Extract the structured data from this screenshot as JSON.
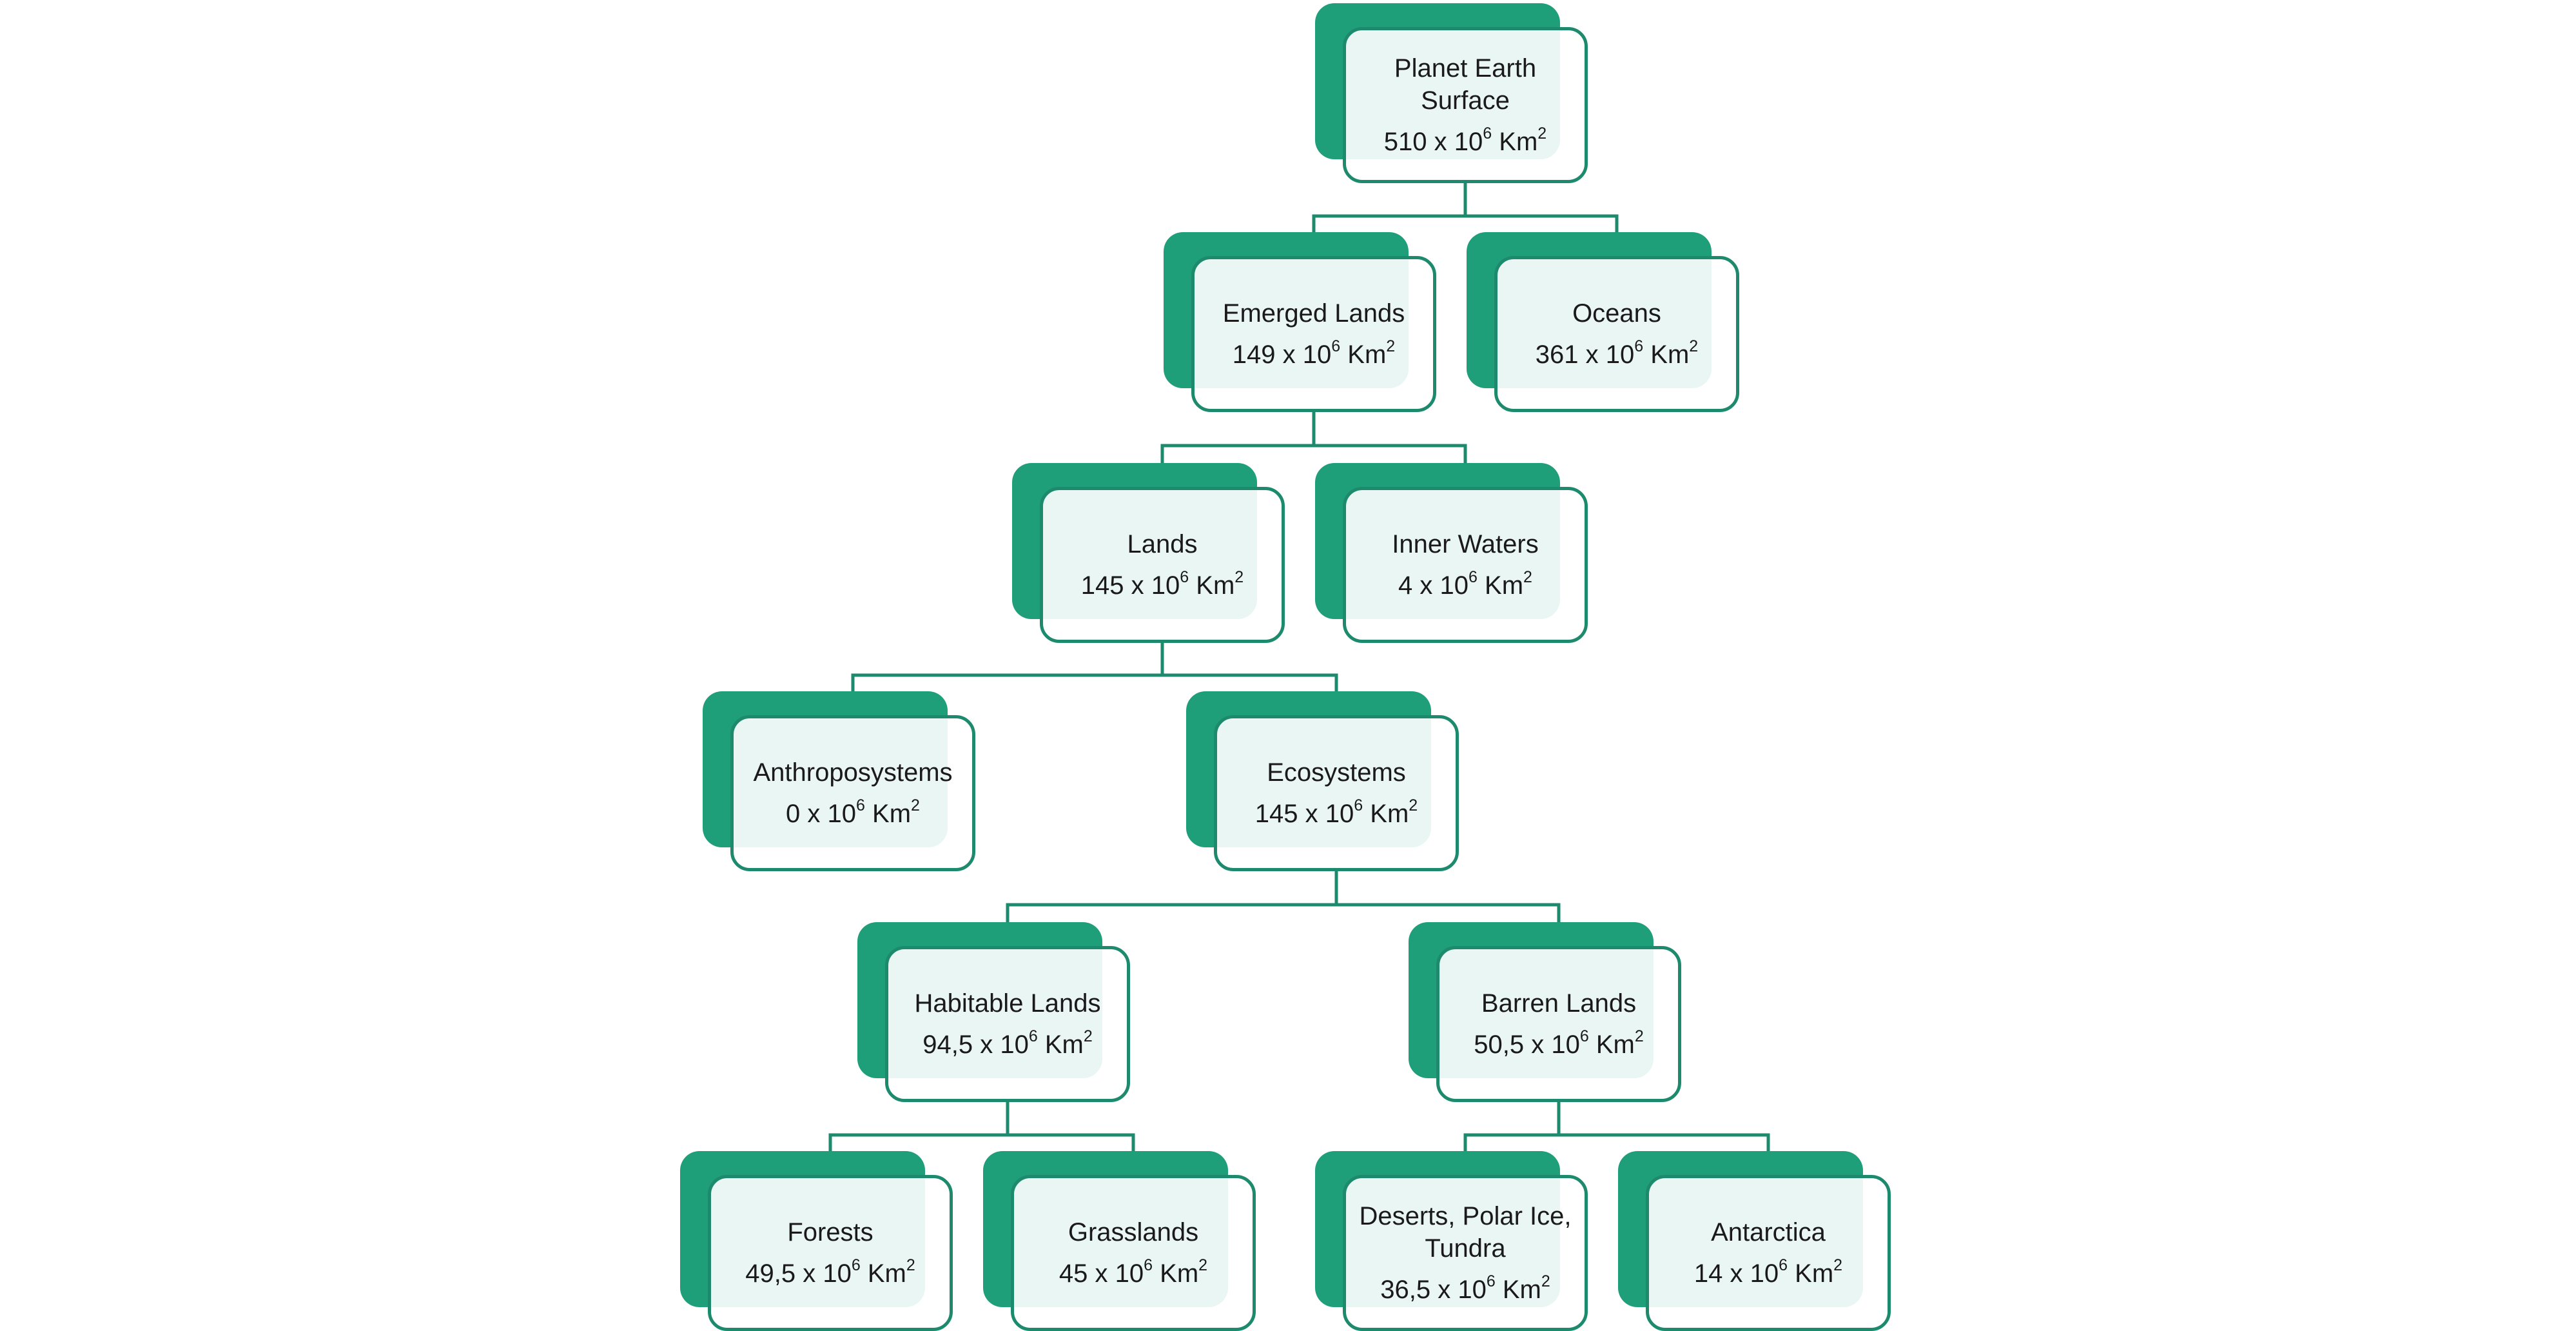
{
  "colors": {
    "accent": "#1f9e7a",
    "line": "#1d8a6e",
    "box_fill": "#ebf5f2"
  },
  "nodes": [
    {
      "id": "planet-earth-surface",
      "name": "Planet Earth Surface",
      "value": "510",
      "exponent": "6",
      "unit": "Km",
      "unit_power": "2"
    },
    {
      "id": "emerged-lands",
      "name": "Emerged Lands",
      "value": "149",
      "exponent": "6",
      "unit": "Km",
      "unit_power": "2"
    },
    {
      "id": "oceans",
      "name": "Oceans",
      "value": "361",
      "exponent": "6",
      "unit": "Km",
      "unit_power": "2"
    },
    {
      "id": "lands",
      "name": "Lands",
      "value": "145",
      "exponent": "6",
      "unit": "Km",
      "unit_power": "2"
    },
    {
      "id": "inner-waters",
      "name": "Inner Waters",
      "value": "4",
      "exponent": "6",
      "unit": "Km",
      "unit_power": "2"
    },
    {
      "id": "anthroposystems",
      "name": "Anthroposystems",
      "value": "0",
      "exponent": "6",
      "unit": "Km",
      "unit_power": "2"
    },
    {
      "id": "ecosystems",
      "name": "Ecosystems",
      "value": "145",
      "exponent": "6",
      "unit": "Km",
      "unit_power": "2"
    },
    {
      "id": "habitable-lands",
      "name": "Habitable Lands",
      "value": "94,5",
      "exponent": "6",
      "unit": "Km",
      "unit_power": "2"
    },
    {
      "id": "barren-lands",
      "name": "Barren Lands",
      "value": "50,5",
      "exponent": "6",
      "unit": "Km",
      "unit_power": "2"
    },
    {
      "id": "forests",
      "name": "Forests",
      "value": "49,5",
      "exponent": "6",
      "unit": "Km",
      "unit_power": "2"
    },
    {
      "id": "grasslands",
      "name": "Grasslands",
      "value": "45",
      "exponent": "6",
      "unit": "Km",
      "unit_power": "2"
    },
    {
      "id": "deserts-polar-ice-tundra",
      "name": "Deserts, Polar Ice, Tundra",
      "value": "36,5",
      "exponent": "6",
      "unit": "Km",
      "unit_power": "2"
    },
    {
      "id": "antarctica",
      "name": "Antarctica",
      "value": "14",
      "exponent": "6",
      "unit": "Km",
      "unit_power": "2"
    }
  ],
  "edges": [
    {
      "parent": "planet-earth-surface",
      "children": [
        "emerged-lands",
        "oceans"
      ]
    },
    {
      "parent": "emerged-lands",
      "children": [
        "lands",
        "inner-waters"
      ]
    },
    {
      "parent": "lands",
      "children": [
        "anthroposystems",
        "ecosystems"
      ]
    },
    {
      "parent": "ecosystems",
      "children": [
        "habitable-lands",
        "barren-lands"
      ]
    },
    {
      "parent": "habitable-lands",
      "children": [
        "forests",
        "grasslands"
      ]
    },
    {
      "parent": "barren-lands",
      "children": [
        "deserts-polar-ice-tundra",
        "antarctica"
      ]
    }
  ]
}
